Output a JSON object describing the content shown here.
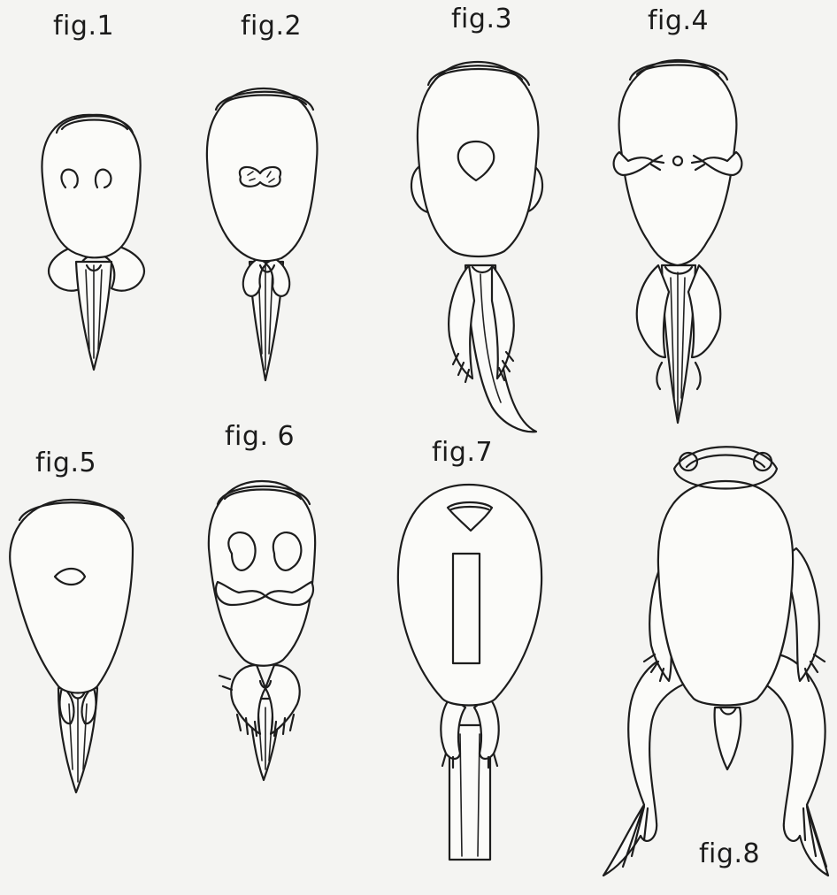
{
  "figure_labels": {
    "fig1": "fig.1",
    "fig2": "fig.2",
    "fig3": "fig.3",
    "fig4": "fig.4",
    "fig5": "fig.5",
    "fig6": "fig. 6",
    "fig7": "fig.7",
    "fig8": "fig.8"
  }
}
